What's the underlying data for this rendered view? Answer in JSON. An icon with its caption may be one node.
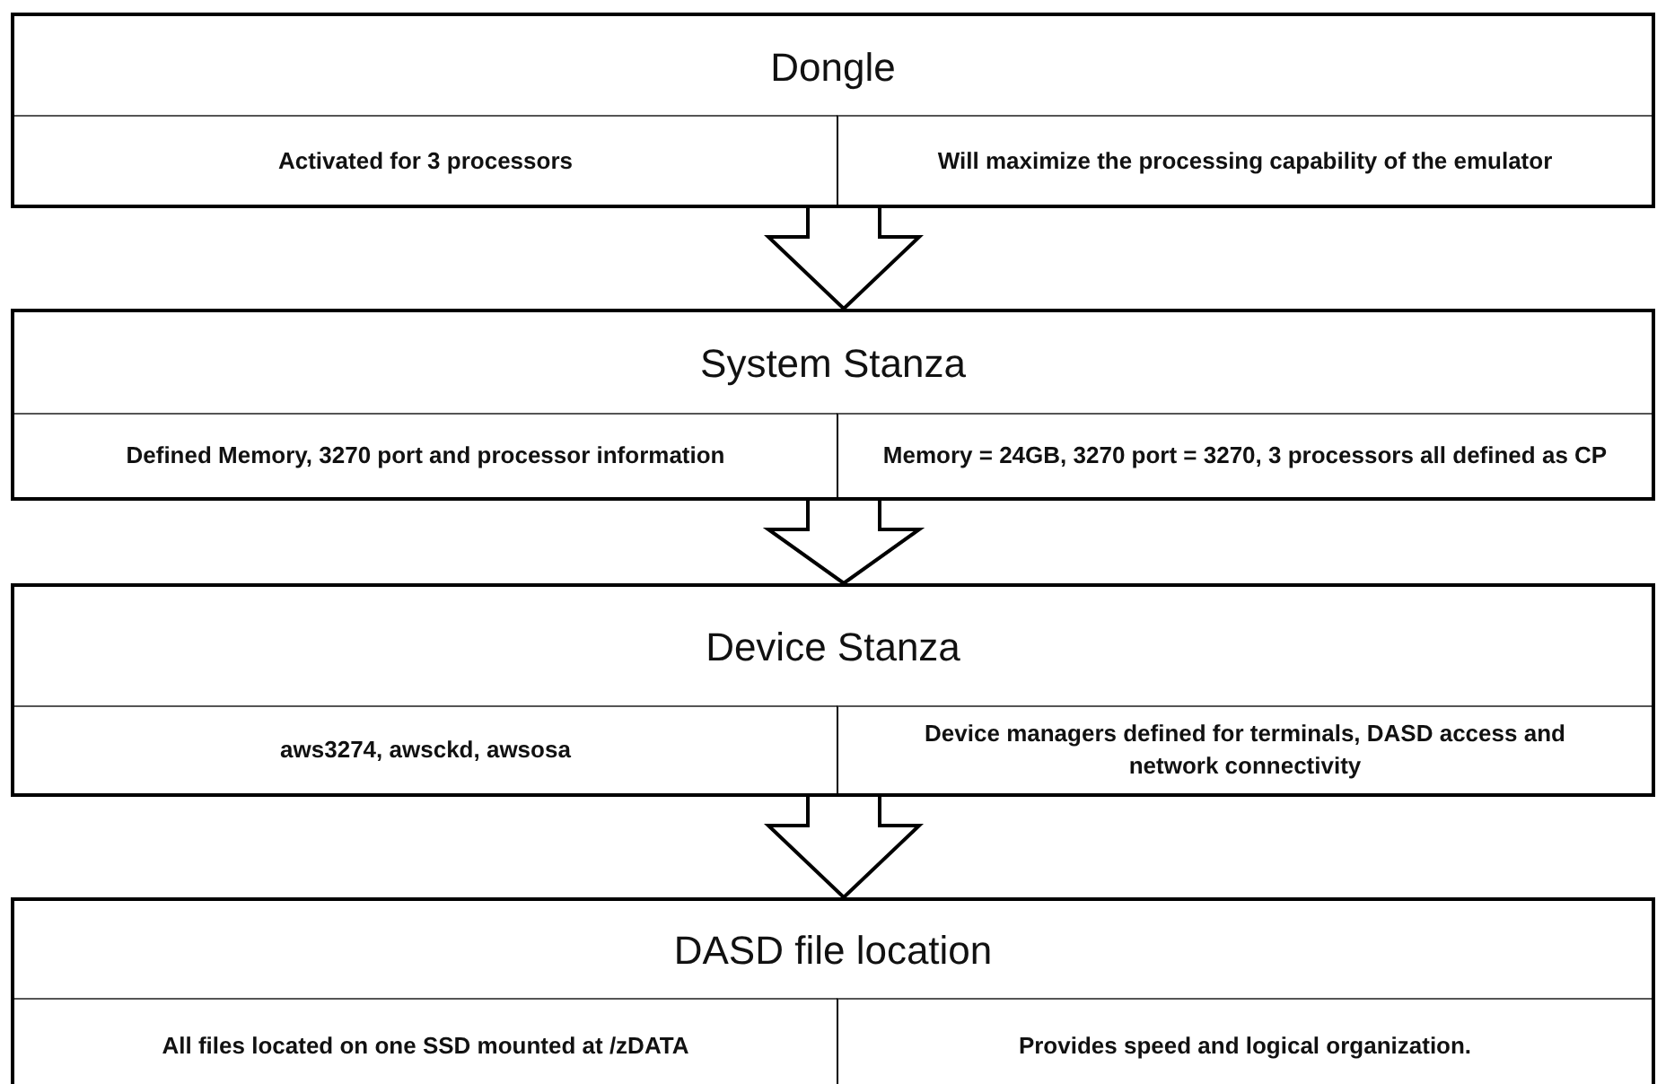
{
  "diagram": {
    "nodes": [
      {
        "text": [
          "Dongle"
        ]
      },
      {
        "text": [
          "Activated for 3 processors"
        ],
        "in": 0
      },
      {
        "text": [
          "Will maximize the processing capability of the emulator"
        ],
        "in": 0
      },
      {
        "text": [
          "System Stanza"
        ]
      },
      {
        "text": [
          "Defined Memory, 3270 port and processor information"
        ],
        "in": 3
      },
      {
        "text": [
          "Memory = 24GB, 3270 port = 3270, 3 processors all defined as CP"
        ],
        "in": 3
      },
      {
        "text": [
          "Device Stanza"
        ]
      },
      {
        "text": [
          "aws3274, awsckd, awsosa"
        ],
        "in": 6
      },
      {
        "text": [
          "Device managers defined for terminals, DASD access and network connectivity"
        ],
        "in": 6
      },
      {
        "text": [
          "DASD file location"
        ]
      },
      {
        "text": [
          "All files located on one SSD mounted at /zDATA"
        ],
        "in": 9
      },
      {
        "text": [
          "Provides speed and logical organization."
        ],
        "in": 9
      }
    ],
    "edges": [
      {
        "from": 0,
        "to": 3,
        "arrow": "to"
      },
      {
        "from": 3,
        "to": 6,
        "arrow": "to"
      },
      {
        "from": 6,
        "to": 9,
        "arrow": "to"
      }
    ]
  }
}
